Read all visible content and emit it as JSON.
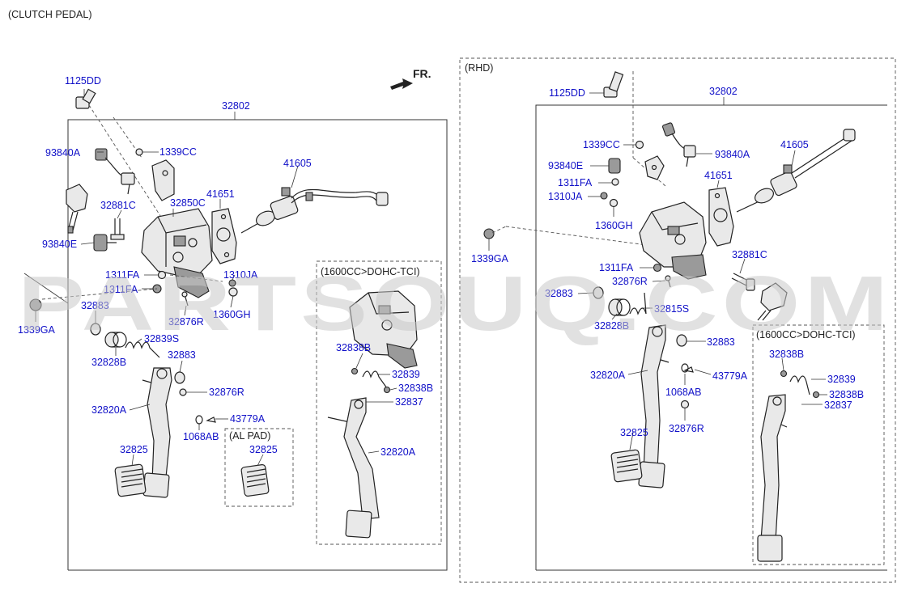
{
  "title": "(CLUTCH PEDAL)",
  "direction": "FR.",
  "rhd_label": "(RHD)",
  "variant_box_label": "(1600CC>DOHC-TCI)",
  "al_pad_label": "(AL PAD)",
  "watermark": "PARTSOUQ.COM",
  "colors": {
    "label": "#1010c8",
    "line": "#222222",
    "watermark": "#c8c8c8"
  },
  "left_labels": {
    "p1125DD": "1125DD",
    "p32802": "32802",
    "p93840A": "93840A",
    "p1339CC": "1339CC",
    "p32881C": "32881C",
    "p32850C": "32850C",
    "p41651": "41651",
    "p41605": "41605",
    "p93840E": "93840E",
    "p1311FA_a": "1311FA",
    "p1311FA_b": "1311FA",
    "p1310JA": "1310JA",
    "p32883_a": "32883",
    "p1339GA": "1339GA",
    "p32876R_a": "32876R",
    "p1360GH": "1360GH",
    "p32839S": "32839S",
    "p32828B": "32828B",
    "p32883_b": "32883",
    "p32876R_b": "32876R",
    "p32820A": "32820A",
    "p43779A": "43779A",
    "p1068AB": "1068AB",
    "p32825": "32825",
    "p32825_al": "32825",
    "v_32838B_a": "32838B",
    "v_32839": "32839",
    "v_32838B_b": "32838B",
    "v_32837": "32837",
    "v_32820A": "32820A"
  },
  "right_labels": {
    "p1125DD": "1125DD",
    "p32802": "32802",
    "p1339CC": "1339CC",
    "p93840A": "93840A",
    "p41605": "41605",
    "p93840E": "93840E",
    "p41651": "41651",
    "p1311FA_a": "1311FA",
    "p1310JA": "1310JA",
    "p1360GH": "1360GH",
    "p1339GA": "1339GA",
    "p32881C": "32881C",
    "p1311FA_b": "1311FA",
    "p32876R_a": "32876R",
    "p32883_a": "32883",
    "p32815S": "32815S",
    "p32828B": "32828B",
    "p32883_b": "32883",
    "p32820A": "32820A",
    "p43779A": "43779A",
    "p1068AB": "1068AB",
    "p32876R_b": "32876R",
    "p32825": "32825",
    "v_32838B_a": "32838B",
    "v_32839": "32839",
    "v_32838B_b": "32838B",
    "v_32837": "32837"
  }
}
